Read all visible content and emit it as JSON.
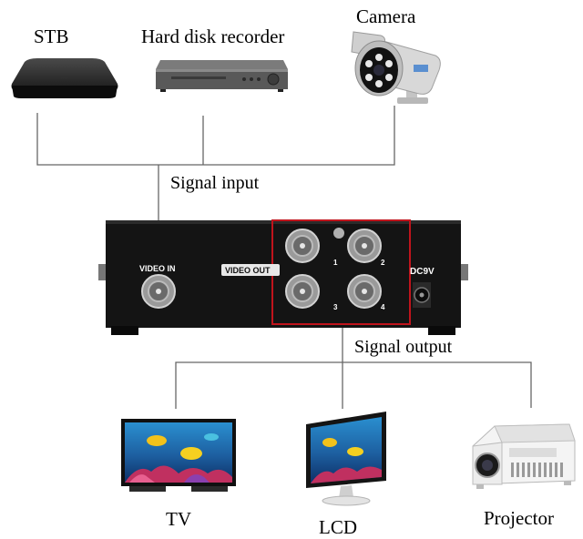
{
  "sources": {
    "stb": "STB",
    "hdr": "Hard disk recorder",
    "camera": "Camera"
  },
  "signals": {
    "input": "Signal input",
    "output": "Signal output"
  },
  "splitter": {
    "video_in": "VIDEO IN",
    "video_out": "VIDEO OUT",
    "power": "DC9V",
    "ports": [
      "1",
      "2",
      "3",
      "4"
    ]
  },
  "displays": {
    "tv": "TV",
    "lcd": "LCD",
    "projector": "Projector"
  },
  "colors": {
    "wire": "#666666",
    "highlight": "#c0141c",
    "device_body": "#141414"
  },
  "icons": [
    "stb-box-icon",
    "dvr-recorder-icon",
    "cctv-camera-icon",
    "bnc-connector-icon",
    "tv-icon",
    "lcd-monitor-icon",
    "projector-icon"
  ]
}
